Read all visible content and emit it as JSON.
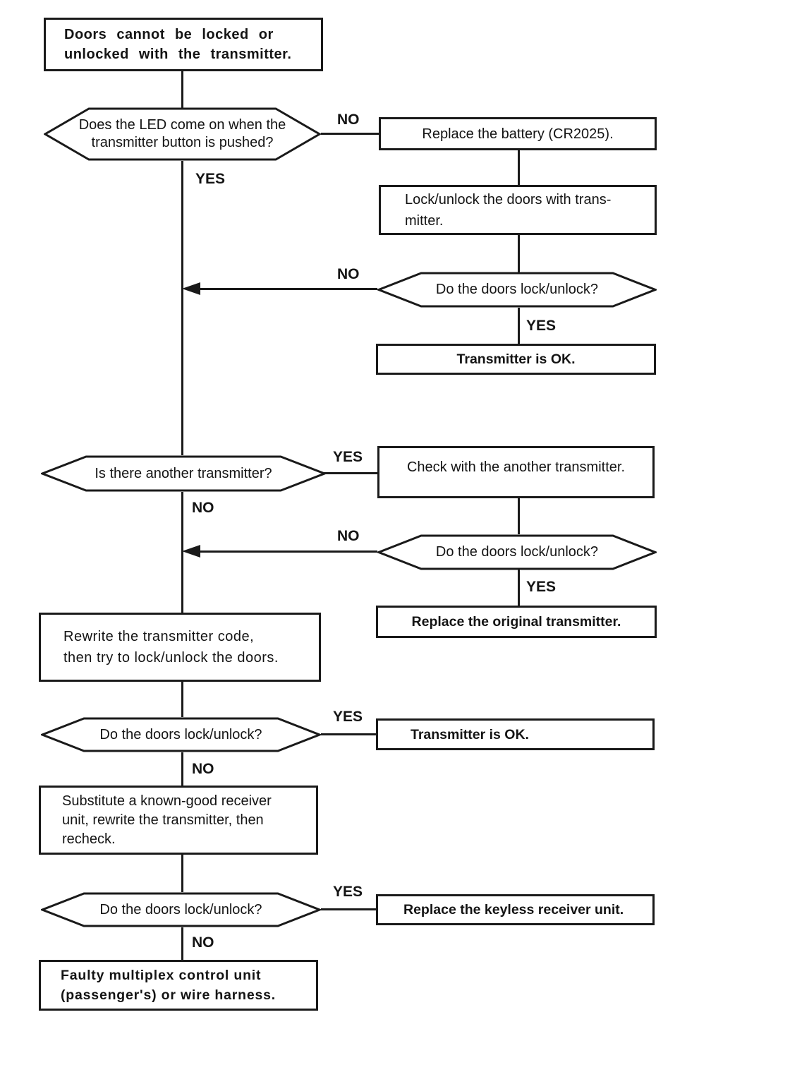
{
  "nodes": {
    "start": "Doors cannot be locked or\nunlocked with the transmitter.",
    "q_led": "Does the LED come on when the\ntransmitter button is pushed?",
    "replace_battery": "Replace the battery (CR2025).",
    "lock_unlock": "Lock/unlock the doors with trans-\nmitter.",
    "q_doors_1": "Do the doors lock/unlock?",
    "transmitter_ok_1": "Transmitter is OK.",
    "q_another": "Is there another transmitter?",
    "check_another": "Check with the another transmitter.",
    "q_doors_2": "Do the doors lock/unlock?",
    "replace_original": "Replace the original transmitter.",
    "rewrite_code": "Rewrite the transmitter code,\nthen try to lock/unlock the doors.",
    "q_doors_3": "Do the doors lock/unlock?",
    "transmitter_ok_2": "Transmitter is OK.",
    "substitute_receiver": "Substitute a known-good receiver\nunit, rewrite the transmitter, then\nrecheck.",
    "q_doors_4": "Do the doors lock/unlock?",
    "replace_receiver": "Replace the keyless receiver unit.",
    "faulty_unit": "Faulty multiplex control unit\n(passenger's) or wire harness."
  },
  "labels": {
    "yes": "YES",
    "no": "NO"
  },
  "colors": {
    "ink": "#1a1a1a",
    "paper": "#ffffff"
  }
}
